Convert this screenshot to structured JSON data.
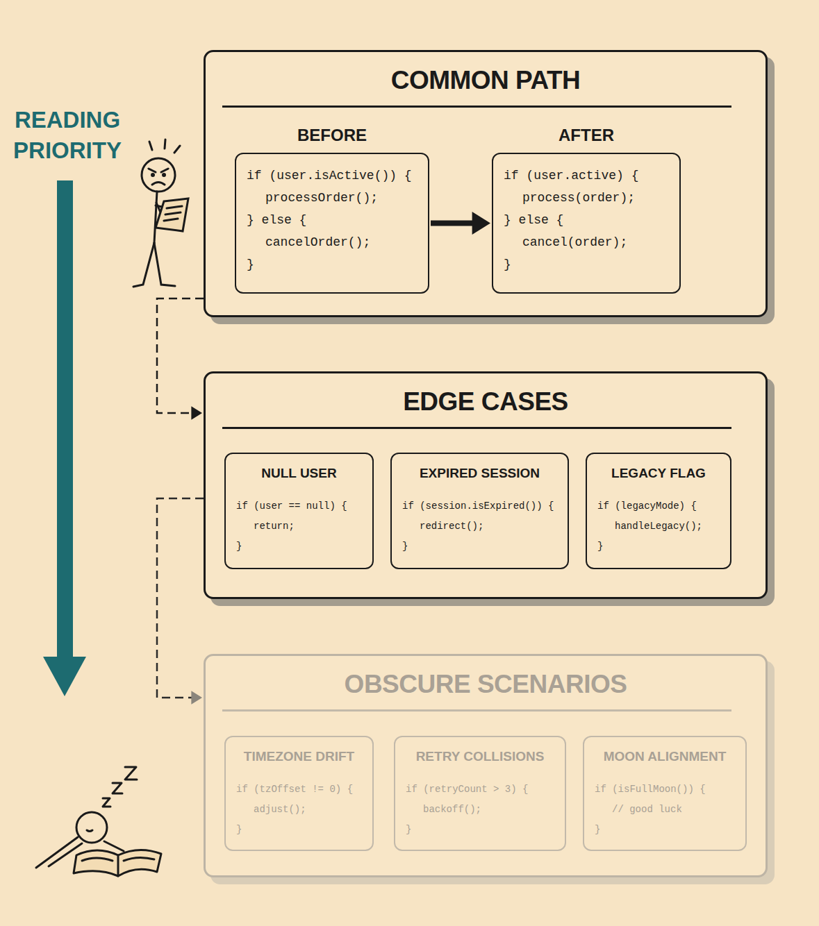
{
  "diagram": {
    "nodes": [
      {
        "text": [
          "COMMON PATH"
        ]
      },
      {
        "text": [
          "BEFORE",
          "if (user.isActive()) {",
          "processOrder();",
          "} else {",
          "cancelOrder();",
          "}"
        ],
        "in": 0
      },
      {
        "text": [
          "AFTER",
          "if (user.active) {",
          "process(order);",
          "} else {",
          "cancel(order);",
          "}"
        ],
        "in": 0
      },
      {
        "text": [
          "EDGE CASES"
        ]
      },
      {
        "text": [
          "NULL USER",
          "if (user == null) {",
          "return;",
          "}"
        ],
        "in": 3
      },
      {
        "text": [
          "EXPIRED SESSION",
          "if (session.isExpired()) {",
          "redirect();",
          "}"
        ],
        "in": 3
      },
      {
        "text": [
          "LEGACY FLAG",
          "if (legacyMode) {",
          "handleLegacy();",
          "}"
        ],
        "in": 3
      },
      {
        "text": [
          "OBSCURE SCENARIOS"
        ]
      },
      {
        "text": [
          "TIMEZONE DRIFT",
          "if (tzOffset != 0) {",
          "adjust();",
          "}"
        ],
        "in": 7
      },
      {
        "text": [
          "RETRY COLLISIONS",
          "if (retryCount > 3) {",
          "backoff();",
          "}"
        ],
        "in": 7
      },
      {
        "text": [
          "MOON ALIGNMENT",
          "if (isFullMoon()) {",
          "// good luck",
          "}"
        ],
        "in": 7
      }
    ],
    "edges": [
      {
        "from": 1,
        "to": 2,
        "arrow": "to"
      },
      {
        "from": 0,
        "to": 3,
        "arrow": "to"
      },
      {
        "from": 3,
        "to": 7,
        "arrow": "to"
      }
    ],
    "labels": [
      "READING PRIORITY"
    ]
  }
}
